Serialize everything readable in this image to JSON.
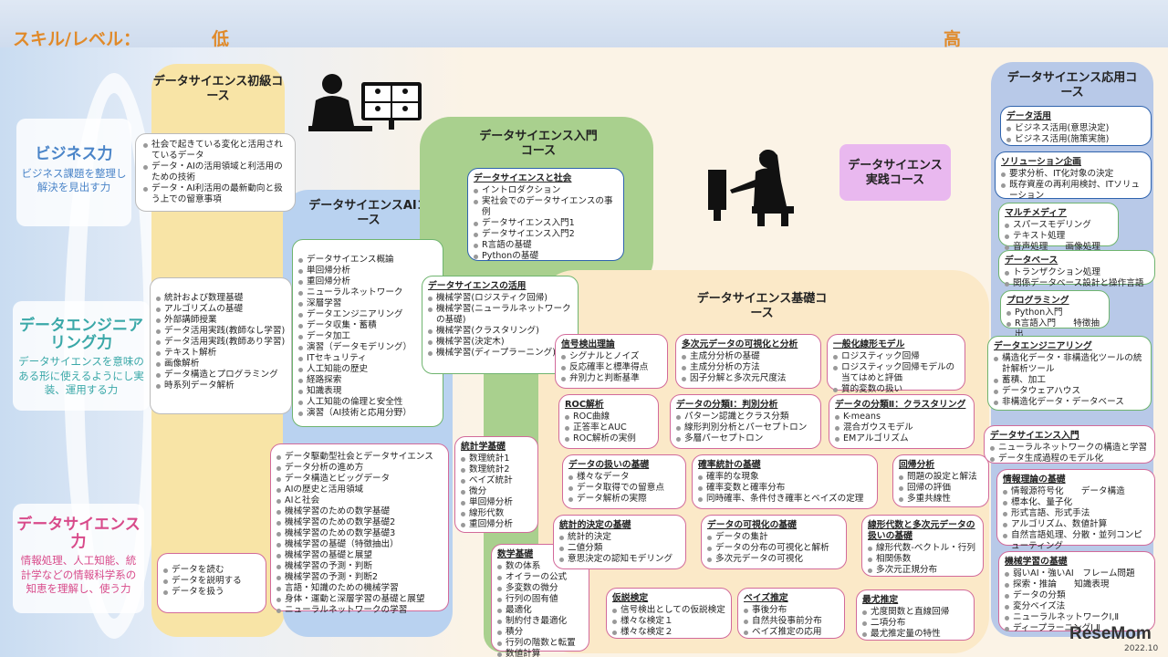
{
  "header": {
    "title": "スキル/レベル：",
    "low": "低",
    "high": "高"
  },
  "categories": [
    {
      "title": "ビジネス力",
      "desc": "ビジネス課題を整理し解決を見出す力"
    },
    {
      "title": "データエンジニアリング力",
      "desc": "データサイエンスを意味のある形に使えるようにし実装、運用する力"
    },
    {
      "title": "データサイエンス力",
      "desc": "情報処理、人工知能、統計学などの情報科学系の知恵を理解し、使う力"
    }
  ],
  "courses": {
    "shokyu": "データサイエンス初級コース",
    "ai": "データサイエンスAIコース",
    "nyumon": "データサイエンス入門コース",
    "jissen": "データサイエンス実践コース",
    "kiso": "データサイエンス基礎コース",
    "oyo": "データサイエンス応用コース"
  },
  "shokyu_boxes": [
    {
      "items": [
        "社会で起きている変化と活用されているデータ",
        "データ・AIの活用領域と利活用のための技術",
        "データ・AI利活用の最新動向と扱う上での留意事項"
      ]
    },
    {
      "items": [
        "統計および数理基礎",
        "アルゴリズムの基礎",
        "外部講師授業",
        "データ活用実践(教師なし学習)",
        "データ活用実践(教師あり学習)",
        "テキスト解析",
        "画像解析",
        "データ構造とプログラミング",
        "時系列データ解析"
      ]
    },
    {
      "items": [
        "データを読む",
        "データを説明する",
        "データを扱う"
      ]
    }
  ],
  "ai_boxes": [
    {
      "items": [
        "データサイエンス概論",
        "単回帰分析",
        "重回帰分析",
        "ニューラルネットワーク",
        "深層学習",
        "データエンジニアリング",
        "データ収集・蓄積",
        "データ加工",
        "演習（データモデリング）",
        "ITセキュリティ",
        "人工知能の歴史",
        "経路探索",
        "知識表現",
        "人工知能の倫理と安全性",
        "演習（AI技術と応用分野）"
      ]
    },
    {
      "items": [
        "データ駆動型社会とデータサイエンス",
        "データ分析の進め方",
        "データ構造とビッグデータ",
        "AIの歴史と活用領域",
        "AIと社会",
        "機械学習のための数学基礎",
        "機械学習のための数学基礎2",
        "機械学習のための数学基礎3",
        "機械学習の基礎（特徴抽出）",
        "機械学習の基礎と展望",
        "機械学習の予測・判断",
        "機械学習の予測・判断2",
        "言語・知識のための機械学習",
        "身体・運動と深層学習の基礎と展望",
        "ニューラルネットワークの学習"
      ]
    }
  ],
  "nyumon_boxes": [
    {
      "heading": "データサイエンスと社会",
      "items": [
        "イントロダクション",
        "実社会でのデータサイエンスの事例",
        "データサイエンス入門1",
        "データサイエンス入門2",
        "R言語の基礎",
        "Pythonの基礎"
      ]
    },
    {
      "heading": "データサイエンスの活用",
      "items": [
        "機械学習(ロジスティク回帰)",
        "機械学習(ニューラルネットワークの基礎)",
        "機械学習(クラスタリング)",
        "機械学習(決定木)",
        "機械学習(ディープラーニング)"
      ]
    },
    {
      "heading": "統計学基礎",
      "items": [
        "数理統計1",
        "数理統計2",
        "ベイズ統計",
        "微分",
        "単回帰分析",
        "線形代数",
        "重回帰分析"
      ]
    },
    {
      "heading": "数学基礎",
      "items": [
        "数の体系",
        "オイラーの公式",
        "多変数の微分",
        "行列の固有値",
        "最適化",
        "制約付き最適化",
        "積分",
        "行列の階数と転置",
        "数値計算"
      ]
    }
  ],
  "kiso_boxes": [
    {
      "heading": "信号検出理論",
      "items": [
        "シグナルとノイズ",
        "反応確率と標準得点",
        "弁別力と判断基準"
      ]
    },
    {
      "heading": "多次元データの可視化と分析",
      "items": [
        "主成分分析の基礎",
        "主成分分析の方法",
        "因子分解と多次元尺度法"
      ]
    },
    {
      "heading": "一般化線形モデル",
      "items": [
        "ロジスティック回帰",
        "ロジスティック回帰モデルの当てはめと評価",
        "質的変数の扱い"
      ]
    },
    {
      "heading": "ROC解析",
      "items": [
        "ROC曲線",
        "正答率とAUC",
        "ROC解析の実例"
      ]
    },
    {
      "heading": "データの分類Ⅰ：判別分析",
      "items": [
        "パターン認識とクラス分類",
        "線形判別分析とパーセプトロン",
        "多層パーセプトロン"
      ]
    },
    {
      "heading": "データの分類Ⅱ：クラスタリング",
      "items": [
        "K-means",
        "混合ガウスモデル",
        "EMアルゴリズム"
      ]
    },
    {
      "heading": "データの扱いの基礎",
      "items": [
        "様々なデータ",
        "データ取得での留意点",
        "データ解析の実際"
      ]
    },
    {
      "heading": "確率統計の基礎",
      "items": [
        "確率的な現象",
        "確率変数と確率分布",
        "同時確率、条件付き確率とベイズの定理"
      ]
    },
    {
      "heading": "回帰分析",
      "items": [
        "問題の設定と解法",
        "回帰の評価",
        "多重共線性"
      ]
    },
    {
      "heading": "統計的決定の基礎",
      "items": [
        "統計的決定",
        "二値分類",
        "意思決定の認知モデリング"
      ]
    },
    {
      "heading": "データの可視化の基礎",
      "items": [
        "データの集計",
        "データの分布の可視化と解析",
        "多次元データの可視化"
      ]
    },
    {
      "heading": "線形代数と多次元データの扱いの基礎",
      "items": [
        "線形代数-ベクトル・行列",
        "相関係数",
        "多次元正規分布"
      ]
    },
    {
      "heading": "仮説検定",
      "items": [
        "信号検出としての仮説検定",
        "様々な検定１",
        "様々な検定２"
      ]
    },
    {
      "heading": "ベイズ推定",
      "items": [
        "事後分布",
        "自然共役事前分布",
        "ベイズ推定の応用"
      ]
    },
    {
      "heading": "最尤推定",
      "items": [
        "尤度関数と直線回帰",
        "二項分布",
        "最尤推定量の特性"
      ]
    }
  ],
  "oyo_boxes": [
    {
      "heading": "データ活用",
      "items": [
        "ビジネス活用(意思決定)",
        "ビジネス活用(施策実施)"
      ]
    },
    {
      "heading": "ソリューション企画",
      "items": [
        "要求分析、IT化対象の決定",
        "既存資産の再利用検討、ITソリューション"
      ]
    },
    {
      "heading": "マルチメディア",
      "items": [
        "スパースモデリング",
        "テキスト処理",
        "音声処理　　画像処理"
      ]
    },
    {
      "heading": "データベース",
      "items": [
        "トランザクション処理",
        "関係データベース設計と操作言語"
      ]
    },
    {
      "heading": "プログラミング",
      "items": [
        "Python入門",
        "R言語入門　　特徴抽出"
      ]
    },
    {
      "heading": "データエンジニアリング",
      "items": [
        "構造化データ・非構造化ツールの統計解析ツール",
        "蓄積、加工",
        "データウェアハウス",
        "非構造化データ・データベース"
      ]
    },
    {
      "heading": "データサイエンス入門",
      "items": [
        "ニューラルネットワークの構造と学習",
        "データ生成過程のモデル化"
      ]
    },
    {
      "heading": "情報理論の基礎",
      "items": [
        "情報源符号化　　データ構造",
        "標本化、量子化",
        "形式言語、形式手法",
        "アルゴリズム、数値計算",
        "自然言語処理、分散・並列コンピューティング"
      ]
    },
    {
      "heading": "機械学習の基礎",
      "items": [
        "弱いAI・強いAI　フレーム問題",
        "探索・推論　　知識表現",
        "データの分類",
        "変分ベイズ法",
        "ニューラルネットワークⅠ,Ⅱ",
        "ディープラーニングⅠ,Ⅱ"
      ]
    }
  ],
  "footer": {
    "logo": "ReseMom",
    "date": "2022.10"
  },
  "colors": {
    "shokyu": "#f8e4a6",
    "ai": "#b9d2f0",
    "nyumon": "#a9d08e",
    "jissen": "#e9b8ef",
    "kiso": "#fbe9c8",
    "oyo": "#b8c9e8",
    "accent": "#e08a2a"
  }
}
